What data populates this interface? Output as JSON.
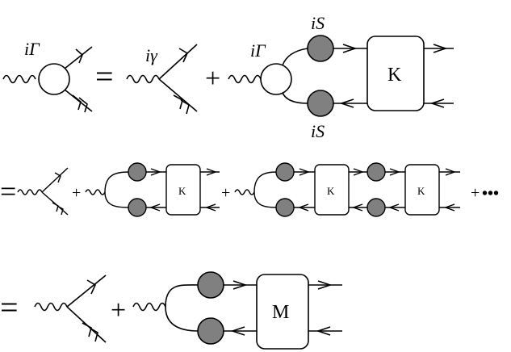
{
  "labels": {
    "vertex_full": "iΓ",
    "vertex_bare": "iγ",
    "vertex_full_2": "iΓ",
    "propagator_top": "iS",
    "propagator_bottom": "iS",
    "kernel_row1": "K",
    "kernel_row2_a": "K",
    "kernel_row2_b": "K",
    "kernel_row2_c": "K",
    "kernel_row3": "M"
  },
  "operators": {
    "equals_1": "=",
    "plus_1": "+",
    "equals_2": "=",
    "plus_2a": "+",
    "plus_2b": "+",
    "plus_2c": "+",
    "ellipsis": "•••",
    "equals_3": "=",
    "plus_3": "+"
  },
  "colors": {
    "ink": "#000000",
    "propagator_fill": "#808080",
    "background": "#ffffff"
  }
}
